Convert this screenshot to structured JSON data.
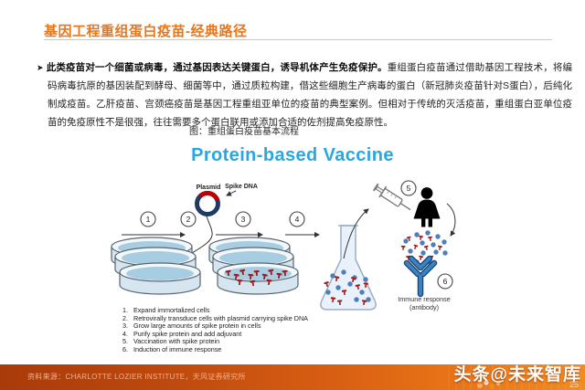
{
  "header": {
    "title": "基因工程重组蛋白疫苗-经典路径"
  },
  "body": {
    "bullet": "➤",
    "lead_bold": "此类疫苗对一个细菌或病毒，通过基因表达关键蛋白，诱导机体产生免疫保护。",
    "text": "重组蛋白疫苗通过借助基因工程技术，将编码病毒抗原的基因装配到酵母、细菌等中，通过质粒构建，借这些细胞生产病毒的蛋白（新冠肺炎疫苗针对S蛋白），后纯化制成疫苗。乙肝疫苗、宫颈癌疫苗是基因工程重组亚单位的疫苗的典型案例。但相对于传统的灭活疫苗，重组蛋白亚单位疫苗的免疫原性不是很强，往往需要多个蛋白联用或添加合适的佐剂提高免疫原性。"
  },
  "figure": {
    "caption": "图：重组蛋白疫苗基本流程",
    "title": "Protein-based Vaccine",
    "labels": {
      "plasmid": "Plasmid",
      "spike_dna": "Spike DNA",
      "immune_line1": "Immune response",
      "immune_line2": "(antibody)"
    },
    "circle_numbers": [
      "1",
      "2",
      "3",
      "4",
      "5",
      "6"
    ],
    "steps": [
      {
        "num": "1.",
        "text": "Expand immortalized cells"
      },
      {
        "num": "2.",
        "text": "Retrovirally transduce cells with plasmid carrying spike DNA"
      },
      {
        "num": "3.",
        "text": "Grow large amounts of spike protein in cells"
      },
      {
        "num": "4.",
        "text": "Purify spike protein and add adjuvant"
      },
      {
        "num": "5.",
        "text": "Vaccination with spike protein"
      },
      {
        "num": "6.",
        "text": "Induction of immune response"
      }
    ]
  },
  "footer": {
    "source": "资料来源：CHARLOTTE LOZIER INSTITUTE，天风证券研究所",
    "watermark": "头条@未来智库",
    "page_number": "25"
  },
  "colors": {
    "title_orange": "#e8761c",
    "diagram_blue": "#29a7de",
    "plasmid_navy": "#1f3a63",
    "plasmid_red": "#c00000",
    "spike_red": "#9e1b1b",
    "antigen_blue": "#4e7fbc",
    "antibody_blue": "#3b82c4",
    "petri_liquid": "#a6cde2",
    "footer_left": "#a93a0a",
    "footer_right": "#f08c22"
  }
}
